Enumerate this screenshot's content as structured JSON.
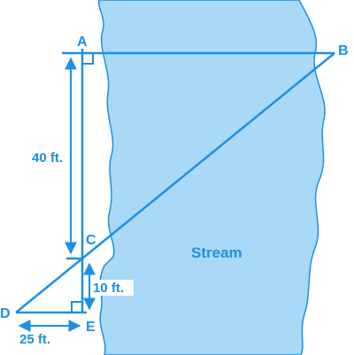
{
  "colors": {
    "stream_fill": "#a9d9f7",
    "line": "#1e8fe6",
    "background": "#ffffff"
  },
  "points": {
    "a": "A",
    "b": "B",
    "c": "C",
    "d": "D",
    "e": "E"
  },
  "measurements": {
    "ac": "40 ft.",
    "ce": "10 ft.",
    "de": "25 ft."
  },
  "region": {
    "stream": "Stream"
  }
}
